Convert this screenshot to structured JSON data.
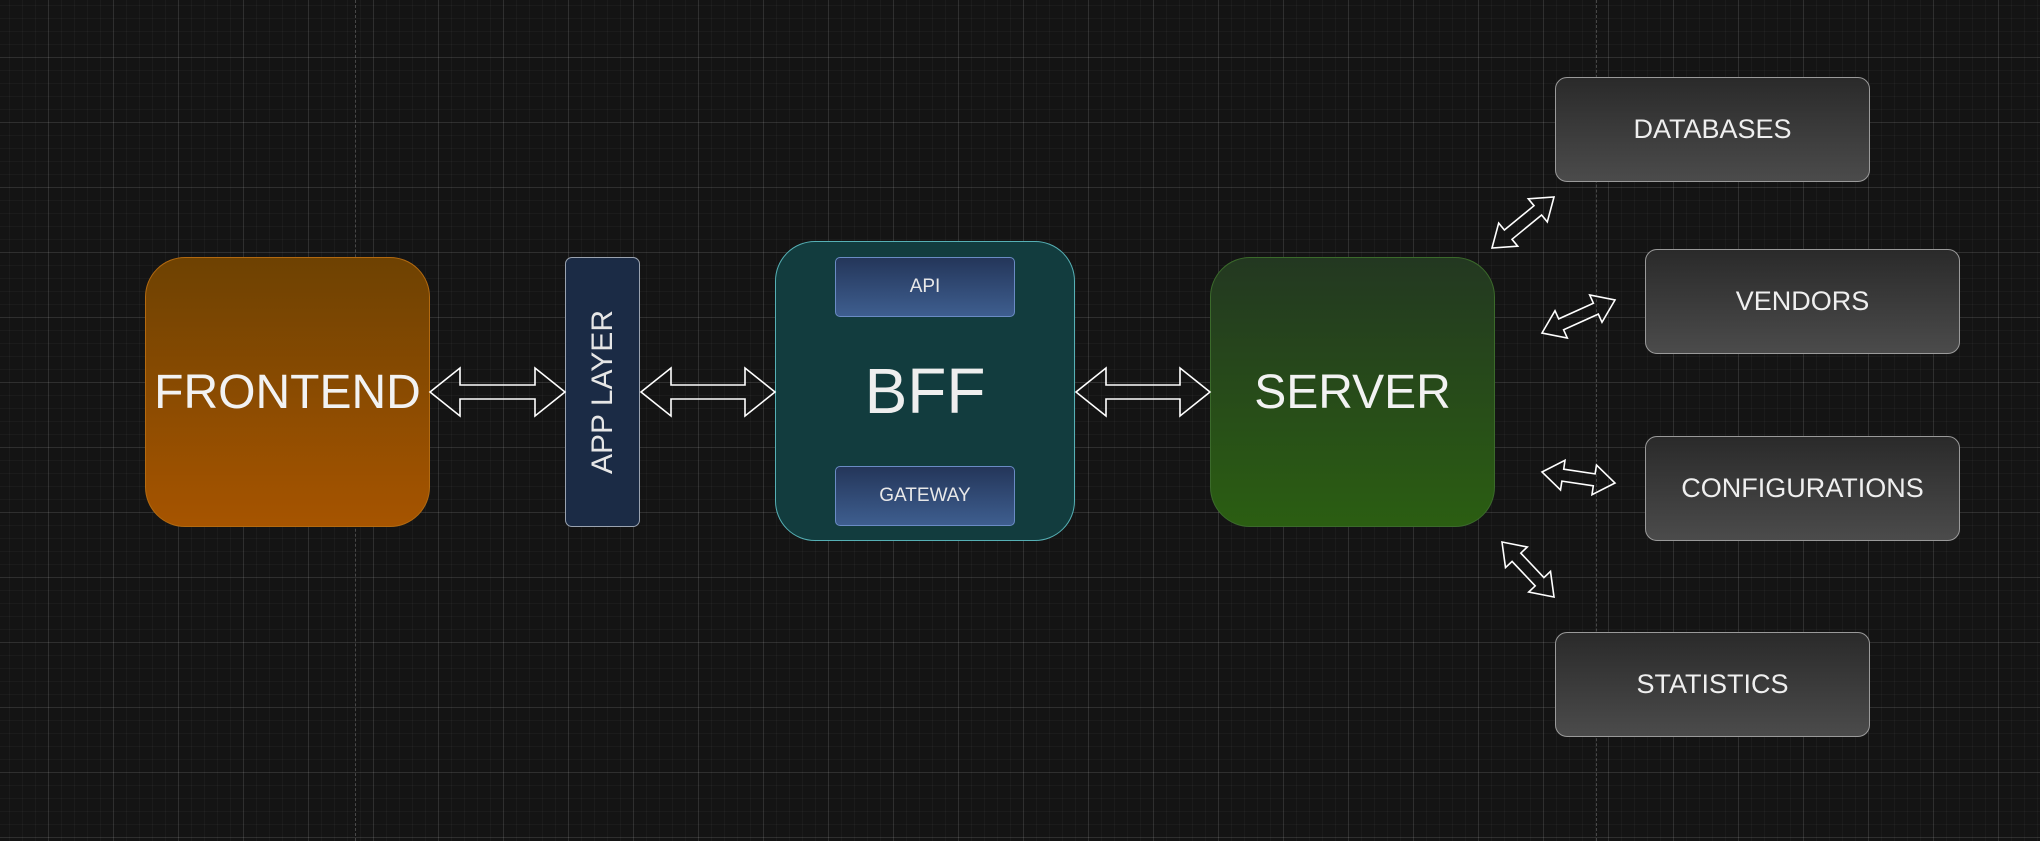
{
  "diagram": {
    "nodes": {
      "frontend": "FRONTEND",
      "app_layer": "APP LAYER",
      "bff": "BFF",
      "api": "API",
      "gateway": "GATEWAY",
      "server": "SERVER",
      "databases": "DATABASES",
      "vendors": "VENDORS",
      "configurations": "CONFIGURATIONS",
      "statistics": "STATISTICS"
    },
    "connections": [
      {
        "from": "frontend",
        "to": "app_layer",
        "style": "double-arrow"
      },
      {
        "from": "app_layer",
        "to": "bff",
        "style": "double-arrow"
      },
      {
        "from": "bff",
        "to": "server",
        "style": "double-arrow"
      },
      {
        "from": "server",
        "to": "databases",
        "style": "double-arrow"
      },
      {
        "from": "server",
        "to": "vendors",
        "style": "double-arrow"
      },
      {
        "from": "server",
        "to": "configurations",
        "style": "double-arrow"
      },
      {
        "from": "server",
        "to": "statistics",
        "style": "double-arrow"
      }
    ],
    "colors": {
      "background": "#141414",
      "frontend": "#a65400",
      "app_layer": "#1b2b45",
      "bff": "#123c3e",
      "bff_border": "#56b0b5",
      "sub_box": "#3e5e8f",
      "server": "#2b5e12",
      "store": "#4b4b4b",
      "arrow_stroke": "#ffffff"
    }
  }
}
